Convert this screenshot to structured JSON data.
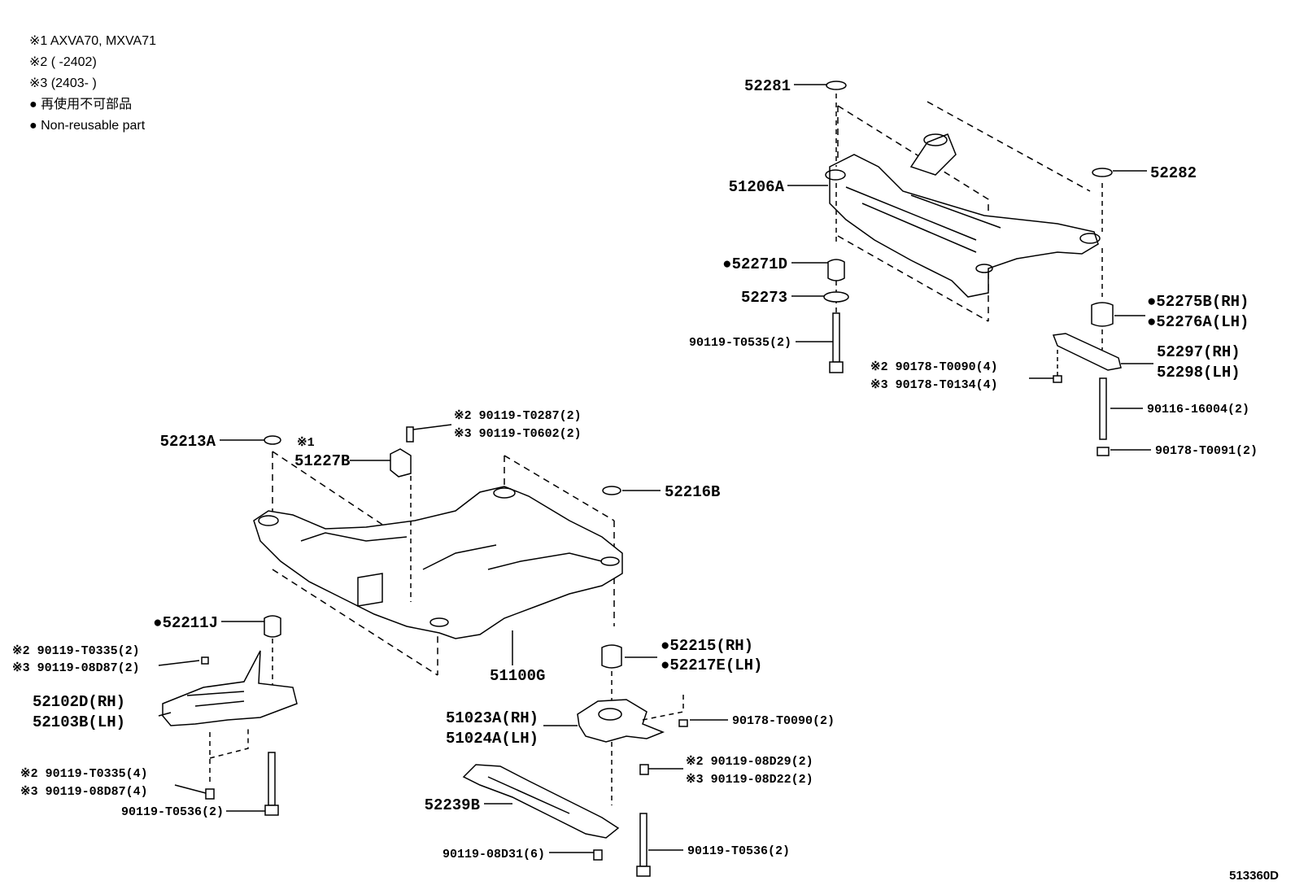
{
  "legend": [
    "※1 AXVA70, MXVA71",
    "※2 (         -2402)",
    "※3 (2403-         )",
    "● 再使用不可部品",
    "● Non-reusable part"
  ],
  "parts": {
    "p52281": "52281",
    "p51206A": "51206A",
    "p52282": "52282",
    "p52271D": "●52271D",
    "p52273": "52273",
    "p90119T0535": "90119-T0535(2)",
    "p52275B": "●52275B(RH)",
    "p52276A": "●52276A(LH)",
    "p52297": "52297(RH)",
    "p52298": "52298(LH)",
    "p90178T0090_4": "※2 90178-T0090(4)",
    "p90178T0134": "※3 90178-T0134(4)",
    "p90116": "90116-16004(2)",
    "p90178T0091": "90178-T0091(2)",
    "p52213A": "52213A",
    "p51227B_note": "※1",
    "p51227B": "51227B",
    "p90119T0287": "※2 90119-T0287(2)",
    "p90119T0602": "※3 90119-T0602(2)",
    "p52216B": "52216B",
    "p52211J": "●52211J",
    "p90119T0335_2": "※2 90119-T0335(2)",
    "p90119_08D87_2": "※3 90119-08D87(2)",
    "p52102D": "52102D(RH)",
    "p52103B": "52103B(LH)",
    "p90119T0335_4": "※2 90119-T0335(4)",
    "p90119_08D87_4": "※3 90119-08D87(4)",
    "p90119T0536_left": "90119-T0536(2)",
    "p51100G": "51100G",
    "p52215": "●52215(RH)",
    "p52217E": "●52217E(LH)",
    "p51023A": "51023A(RH)",
    "p51024A": "51024A(LH)",
    "p90178T0090_2": "90178-T0090(2)",
    "p90119_08D29": "※2 90119-08D29(2)",
    "p90119_08D22": "※3 90119-08D22(2)",
    "p52239B": "52239B",
    "p90119_08D31": "90119-08D31(6)",
    "p90119T0536_right": "90119-T0536(2)"
  },
  "figure_ref": "513360D"
}
